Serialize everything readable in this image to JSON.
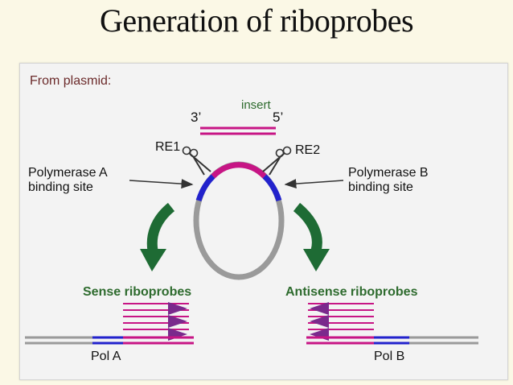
{
  "title": "Generation of riboprobes",
  "panel_heading": "From plasmid:",
  "insert_label": "insert",
  "end_3": "3’",
  "end_5": "5’",
  "re1": "RE1",
  "re2": "RE2",
  "pol_a_site_line1": "Polymerase A",
  "pol_a_site_line2": "binding site",
  "pol_b_site_line1": "Polymerase B",
  "pol_b_site_line2": "binding site",
  "sense_label": "Sense riboprobes",
  "antisense_label": "Antisense riboprobes",
  "pol_a": "Pol A",
  "pol_b": "Pol B",
  "colors": {
    "insert": "#c71585",
    "promoter": "#2222cc",
    "plasmid": "#9a9a9a",
    "probe_label": "#2e6b2e",
    "arrow": "#1e6b34",
    "transcript_arrow": "#7a2a8c"
  },
  "icons": [
    "scissors-icon",
    "curved-arrow-icon",
    "pointer-arrow-icon"
  ]
}
